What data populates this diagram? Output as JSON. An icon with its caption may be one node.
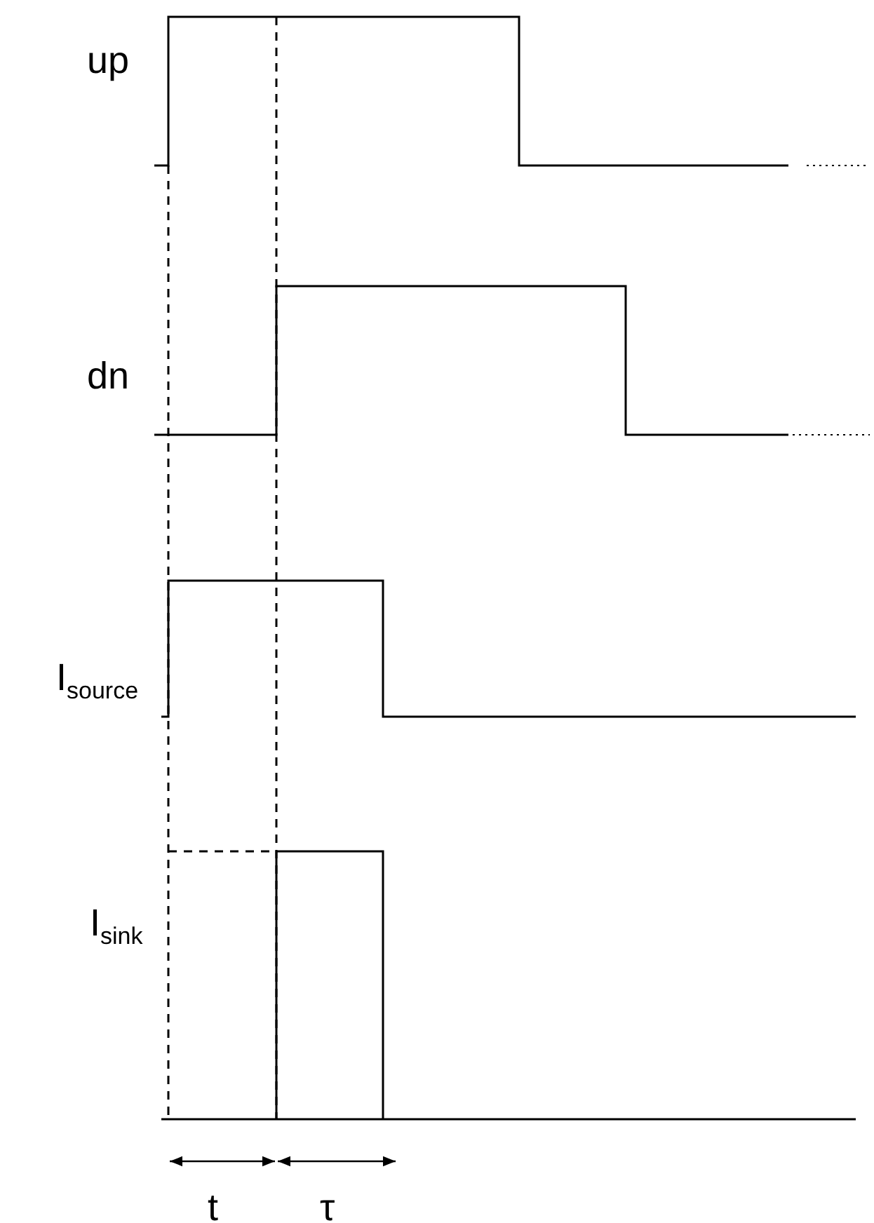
{
  "diagram": {
    "labels": [
      "up",
      "dn",
      "I$_{source}$",
      "I$_{sink}$",
      "t",
      "τ"
    ]
  }
}
